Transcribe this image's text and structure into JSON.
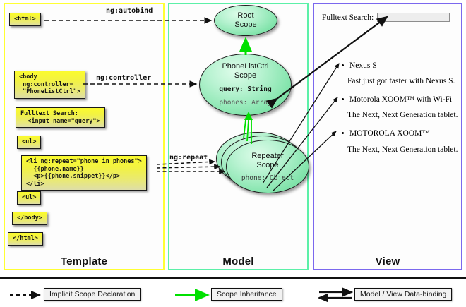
{
  "panels": {
    "template": {
      "label": "Template",
      "border_color": "#ffff33"
    },
    "model": {
      "label": "Model",
      "border_color": "#5cf0a8"
    },
    "view": {
      "label": "View",
      "border_color": "#7b68ee"
    }
  },
  "template_code_boxes": [
    {
      "id": "html",
      "text": "<html>"
    },
    {
      "id": "body",
      "text": "<body\n ng:controller=\n \"PhoneListCtrl\">"
    },
    {
      "id": "search",
      "text": "Fulltext Search:\n  <input name=\"query\">"
    },
    {
      "id": "ul1",
      "text": "<ul>"
    },
    {
      "id": "li",
      "text": "<li ng:repeat=\"phone in phones\">\n  {{phone.name}}\n  <p>{{phone.snippet}}</p>\n</li>"
    },
    {
      "id": "ul2",
      "text": "<ul>"
    },
    {
      "id": "bodyclose",
      "text": "</body>"
    },
    {
      "id": "htmlclose",
      "text": "</html>"
    }
  ],
  "edge_labels": {
    "autobind": "ng:autobind",
    "controller": "ng:controller",
    "repeat": "ng:repeat"
  },
  "model": {
    "root_scope": {
      "line1": "Root",
      "line2": "Scope"
    },
    "phone_list_ctrl_scope": {
      "line1": "PhoneListCtrl",
      "line2": "Scope",
      "prop1": "query: String",
      "prop2": "phones: Array"
    },
    "repeater_scope": {
      "line1": "Repeater",
      "line2": "Scope",
      "prop1": "phone: Object"
    }
  },
  "view": {
    "search_label": "Fulltext Search:",
    "search_value": "",
    "search_placeholder": "",
    "items": [
      {
        "title": "Nexus S",
        "description": "Fast just got faster with Nexus S."
      },
      {
        "title": "Motorola XOOM™  with Wi-Fi",
        "description": "The Next, Next Generation tablet."
      },
      {
        "title": "MOTOROLA XOOM™",
        "description": "The Next, Next Generation tablet."
      }
    ]
  },
  "legend": [
    {
      "id": "implicit",
      "label": "Implicit Scope Declaration",
      "style": "dashed-black-arrow",
      "color": "#111111"
    },
    {
      "id": "inheritance",
      "label": "Scope Inheritance",
      "style": "solid-green-arrow",
      "color": "#00e000"
    },
    {
      "id": "databinding",
      "label": "Model / View Data-binding",
      "style": "double-black-arrow",
      "color": "#111111"
    }
  ]
}
